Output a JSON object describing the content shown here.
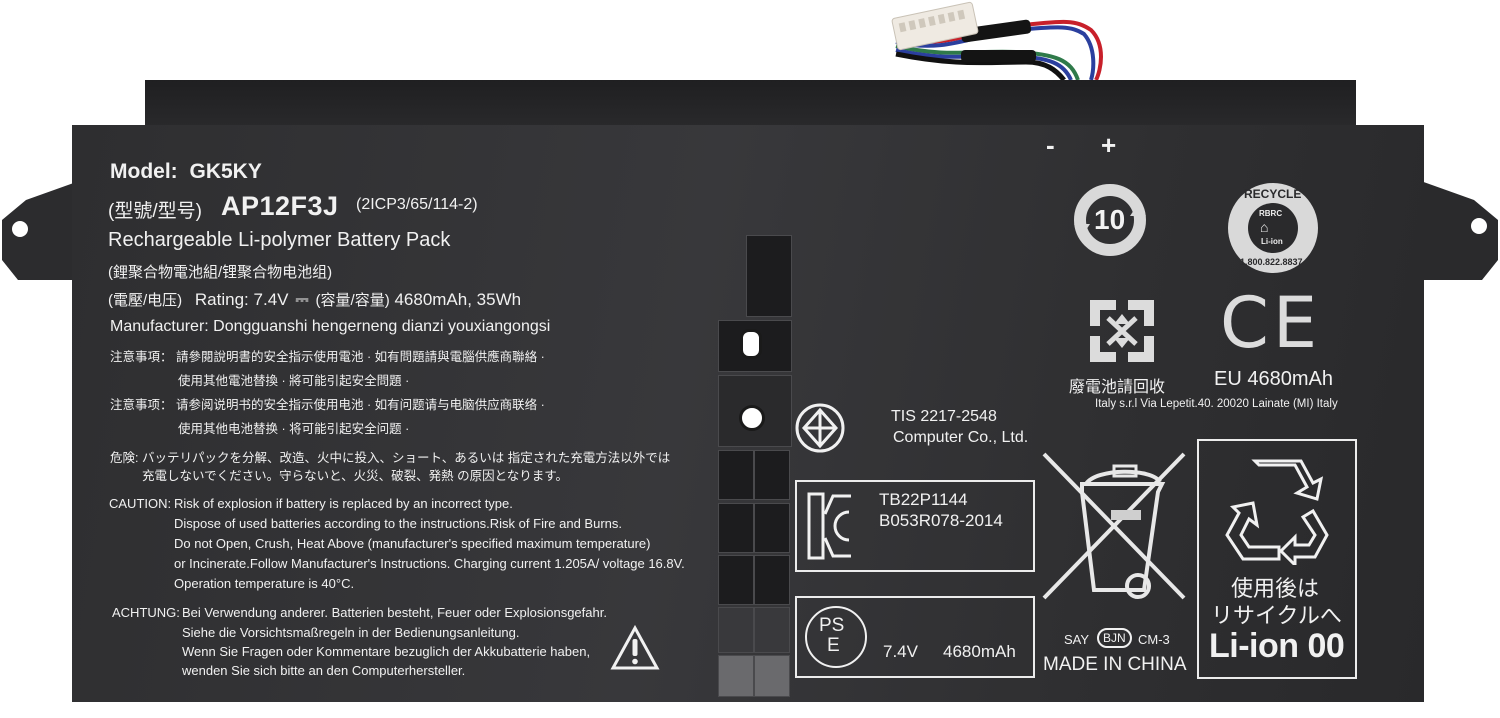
{
  "product": {
    "model_label": "Model:",
    "model": "GK5KY",
    "part_label_cn": "(型號/型号)",
    "part_number": "AP12F3J",
    "cell_config": "(2ICP3/65/114-2)",
    "title": "Rechargeable Li-polymer Battery Pack",
    "title_cn": "(鋰聚合物電池組/锂聚合物电池组)",
    "rating_label_cn": "(電壓/电压)",
    "rating_label": "Rating:",
    "voltage": "7.4V",
    "dc_symbol": "⎓",
    "capacity_label_cn": "(容量/容量)",
    "capacity": "4680mAh, 35Wh",
    "manufacturer": "Manufacturer: Dongguanshi hengerneng dianzi youxiangongsi"
  },
  "warnings_cn": [
    {
      "label": "注意事項：",
      "lines": [
        "請參閱說明書的安全指示使用電池 · 如有問題請與電腦供應商聯絡 ·",
        "使用其他電池替換 · 將可能引起安全問題 ·"
      ]
    },
    {
      "label": "注意事项：",
      "lines": [
        "请参阅说明书的安全指示使用电池 · 如有问题请与电脑供应商联络 ·",
        "使用其他电池替换 · 将可能引起安全问题 ·"
      ]
    }
  ],
  "warning_jp": {
    "label": "危険:",
    "lines": [
      "バッテリパックを分解、改造、火中に投入、ショート、あるいは 指定された充電方法以外では",
      "充電しないでください。守らないと、火災、破裂、発熱 の原因となります。"
    ]
  },
  "caution": {
    "label": "CAUTION:",
    "lines": [
      "Risk of explosion if battery is replaced by an incorrect type.",
      "Dispose of used batteries according to the instructions.Risk of  Fire and Burns.",
      "Do  not Open, Crush, Heat Above (manufacturer's specified maximum temperature)",
      "or Incinerate.Follow Manufacturer's Instructions. Charging current 1.205A/ voltage  16.8V.",
      "Operation temperature is 40°C."
    ]
  },
  "achtung": {
    "label": "ACHTUNG:",
    "lines": [
      "Bei Verwendung anderer. Batterien besteht, Feuer oder Explosionsgefahr.",
      "Siehe die Vorsichtsmaßregeln in der Bedienungsanleitung.",
      "Wenn Sie Fragen oder Kommentare bezuglich der Akkubatterie haben,",
      "wenden Sie sich bitte an den Computerhersteller."
    ]
  },
  "polarity": {
    "minus": "-",
    "plus": "+"
  },
  "marks": {
    "efup_years": "10",
    "recycle_ring_top": "RECYCLE",
    "recycle_inner_top": "RBRC",
    "recycle_inner_bottom": "Li-ion",
    "recycle_ring_bottom": "1.800.822.8837",
    "taiwan_recycle_text": "廢電池請回收",
    "ce_text": "CE",
    "eu_capacity": "EU 4680mAh",
    "eu_address": "Italy s.r.l Via Lepetit.40. 20020 Lainate (MI) Italy",
    "tis_line1": "TIS 2217-2548",
    "tis_line2": "Computer Co., Ltd.",
    "kc_line1": "TB22P1144",
    "kc_line2": "B053R078-2014",
    "pse_top": "PS",
    "pse_bottom": "E",
    "pse_voltage": "7.4V",
    "pse_capacity": "4680mAh",
    "say_text": "SAY",
    "bjn_text": "BJN",
    "cm_text": "CM-3",
    "made_in": "MADE IN CHINA",
    "jp_recycle_line1": "使用後は",
    "jp_recycle_line2": "リサイクルへ",
    "li_ion_code": "Li-ion 00"
  },
  "colors": {
    "battery_body": "#333335",
    "label_text": "#f1f1f1",
    "wire_red": "#c8202a",
    "wire_blue": "#2b3f9e",
    "wire_green": "#2f7a4a",
    "wire_black": "#111111",
    "connector": "#efeae2"
  }
}
